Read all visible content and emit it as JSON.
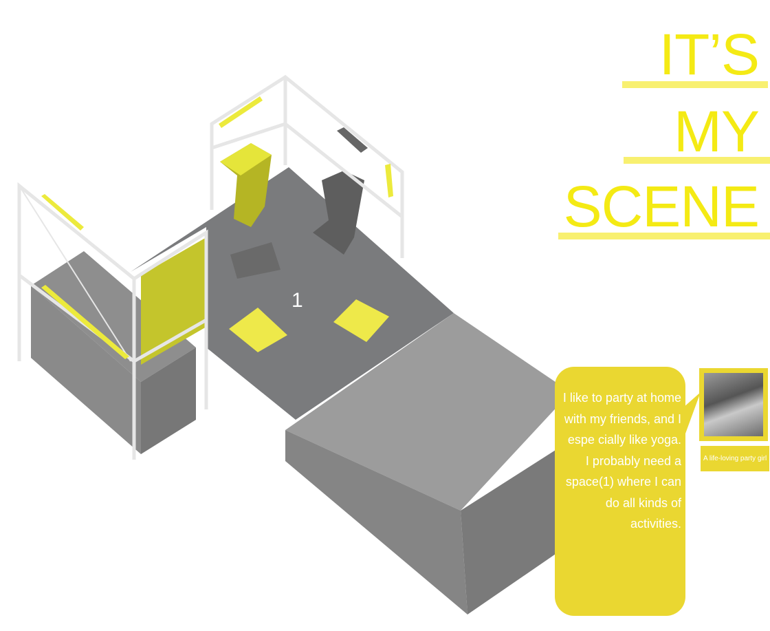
{
  "title": {
    "line1": "IT’S",
    "line2": "MY",
    "line3": "SCENE"
  },
  "scene": {
    "space_number": "1"
  },
  "quote": {
    "text": "I like to party at home with my friends, and I espe cially like yoga. I probably need a space(1) where I can do all kinds of activities."
  },
  "persona": {
    "caption": "A life-loving party girl"
  },
  "colors": {
    "accent_yellow": "#f4ea14",
    "bubble_yellow": "#ead731",
    "floor_gray": "#7a7b7d",
    "box_gray": "#9c9c9c"
  }
}
